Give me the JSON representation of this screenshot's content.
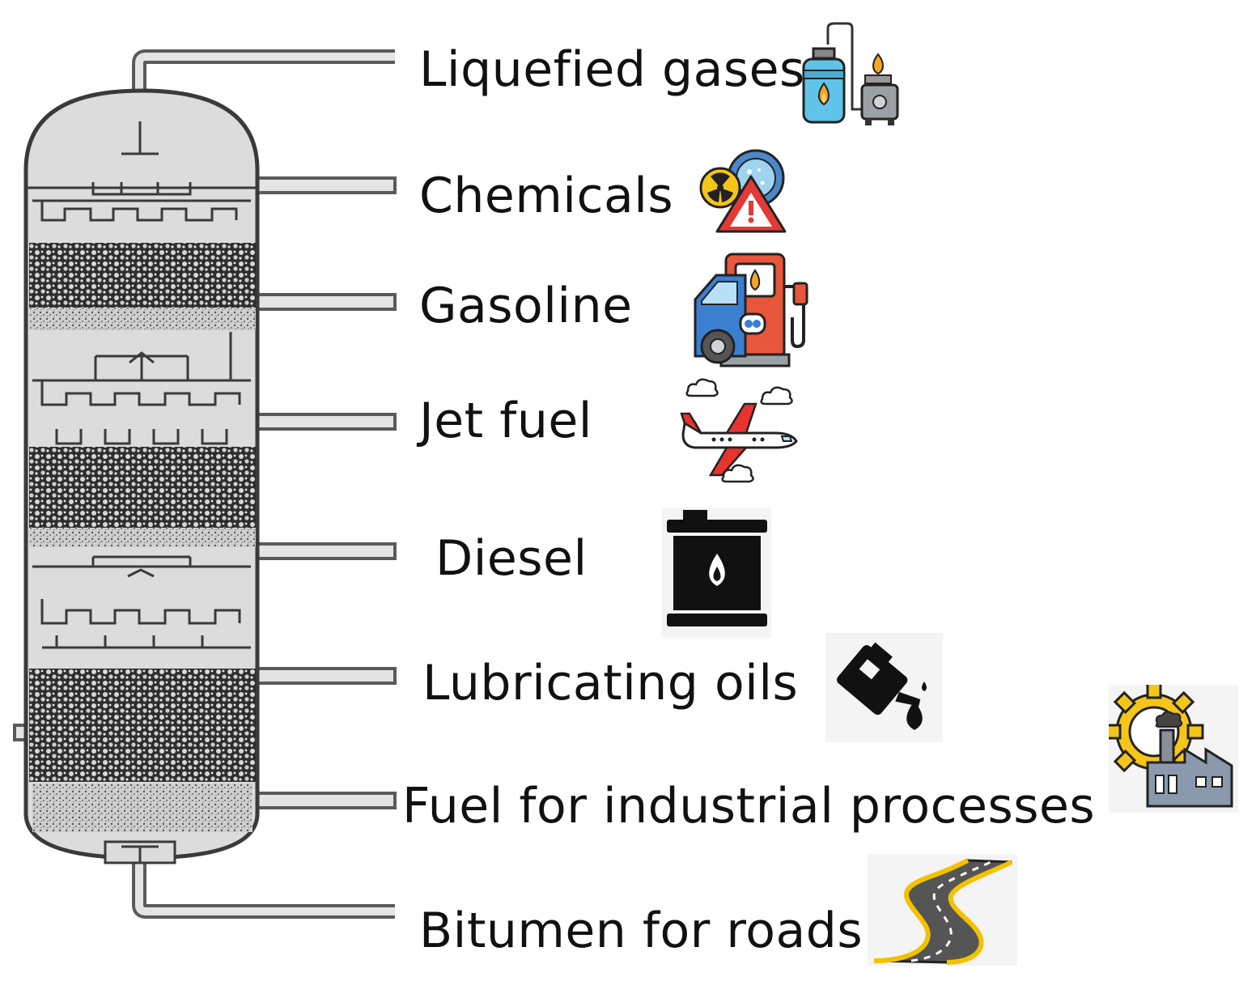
{
  "products": [
    {
      "label": "Liquefied gases",
      "icon": "gas-cylinder-stove-icon"
    },
    {
      "label": "Chemicals",
      "icon": "hazard-chemicals-icon"
    },
    {
      "label": "Gasoline",
      "icon": "car-fuel-pump-icon"
    },
    {
      "label": "Jet fuel",
      "icon": "airplane-icon"
    },
    {
      "label": "Diesel",
      "icon": "oil-barrel-icon"
    },
    {
      "label": "Lubricating oils",
      "icon": "oil-can-icon"
    },
    {
      "label": "Fuel for industrial processes",
      "icon": "factory-gear-icon"
    },
    {
      "label": "Bitumen for roads",
      "icon": "road-icon"
    }
  ],
  "colors": {
    "pipe": "#5a5a5a",
    "tower_fill": "#dcdcdc",
    "packing": "#2a2a2a",
    "flame": "#f5a623",
    "cylinder": "#5fc4e8",
    "hazard_red": "#e53935",
    "hazard_yellow": "#f5c518",
    "pump_red": "#e8573c",
    "car_blue": "#3a7fd0",
    "plane_red": "#e8322e",
    "road": "#555555",
    "road_edge": "#f2c200"
  }
}
